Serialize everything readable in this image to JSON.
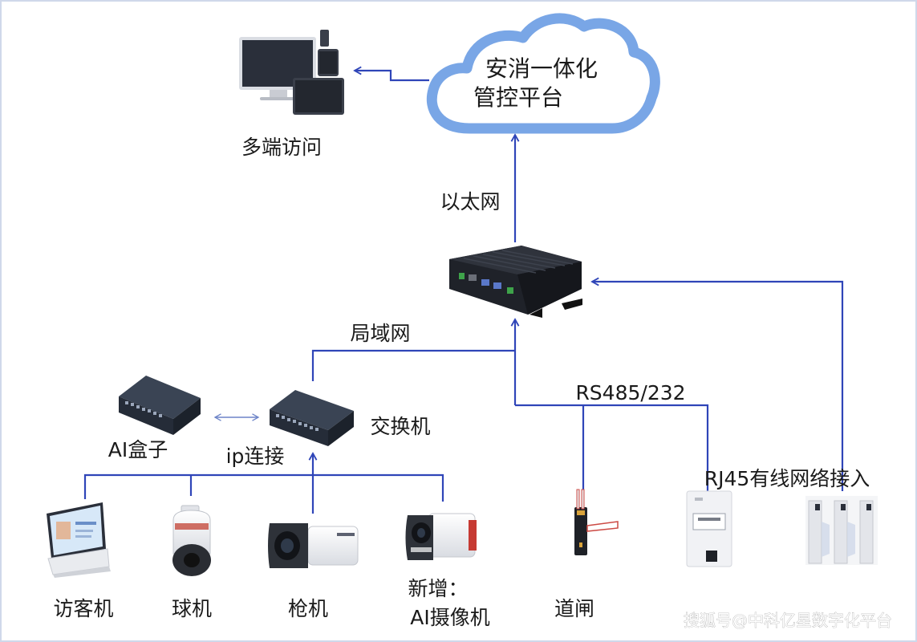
{
  "colors": {
    "link": "#2f45b8",
    "cloud_stroke": "#79a6e6",
    "device_dark": "#2a2f3a",
    "text": "#1a1a1a"
  },
  "cloud": {
    "line1": "安消一体化",
    "line2": "管控平台"
  },
  "labels": {
    "multi_access": "多端访问",
    "ethernet": "以太网",
    "lan": "局域网",
    "switch": "交换机",
    "ai_box": "AI盒子",
    "ip_connect": "ip连接",
    "rs485": "RS485/232",
    "rj45": "RJ45有线网络接入",
    "visitor": "访客机",
    "dome": "球机",
    "bullet": "枪机",
    "new_line1": "新增：",
    "new_line2": "AI摄像机",
    "barrier": "道闸"
  },
  "icons": {
    "devices": "multi-device-icon",
    "gateway": "edge-gateway-icon",
    "switch": "network-switch-icon",
    "ai_box": "ai-box-icon",
    "visitor": "visitor-kiosk-icon",
    "dome": "dome-camera-icon",
    "bullet": "bullet-camera-icon",
    "ai_camera": "ai-camera-icon",
    "barrier": "barrier-gate-icon",
    "panel": "access-panel-icon",
    "turnstile": "turnstile-icon"
  },
  "watermark": "搜狐号@中科亿星数字化平台"
}
